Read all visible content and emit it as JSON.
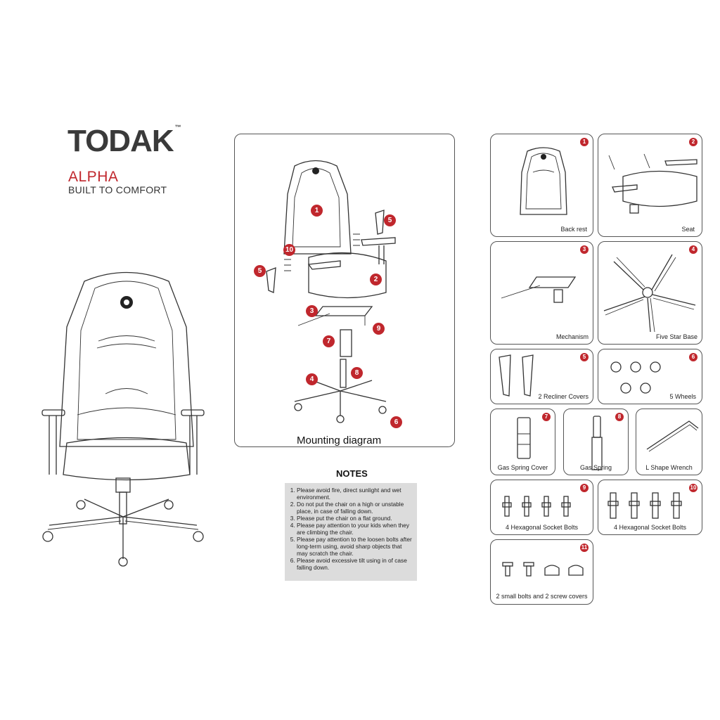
{
  "brand": {
    "logo_text": "TODAK",
    "trademark": "™",
    "model": "ALPHA",
    "tagline": "BUILT TO COMFORT"
  },
  "mounting": {
    "label": "Mounting diagram",
    "callouts": [
      "1",
      "2",
      "3",
      "4",
      "5",
      "5",
      "6",
      "7",
      "8",
      "9",
      "10"
    ]
  },
  "notes": {
    "title": "NOTES",
    "items": [
      "Please avoid fire, direct sunlight and wet environment.",
      "Do not put the chair on a high or unstable place, in case of falling down.",
      "Please put the chair on a flat ground.",
      "Please pay attention to your kids when they are climbing the chair.",
      "Please pay attention to the loosen bolts after long-term using, avoid sharp objects that may scratch the chair.",
      "Please avoid excessive tilt using in of case falling down."
    ]
  },
  "parts": [
    {
      "number": "1",
      "label": "Back rest"
    },
    {
      "number": "2",
      "label": "Seat"
    },
    {
      "number": "3",
      "label": "Mechanism"
    },
    {
      "number": "4",
      "label": "Five Star Base"
    },
    {
      "number": "5",
      "label": "2 Recliner Covers"
    },
    {
      "number": "6",
      "label": "5 Wheels"
    },
    {
      "number": "7",
      "label": "Gas Spring Cover"
    },
    {
      "number": "8",
      "label": "Gas Spring"
    },
    {
      "number": "",
      "label": "L Shape Wrench"
    },
    {
      "number": "9",
      "label": "4 Hexagonal Socket Bolts"
    },
    {
      "number": "10",
      "label": "4 Hexagonal Socket Bolts"
    },
    {
      "number": "11",
      "label": "2 small bolts and 2 screw covers"
    }
  ]
}
